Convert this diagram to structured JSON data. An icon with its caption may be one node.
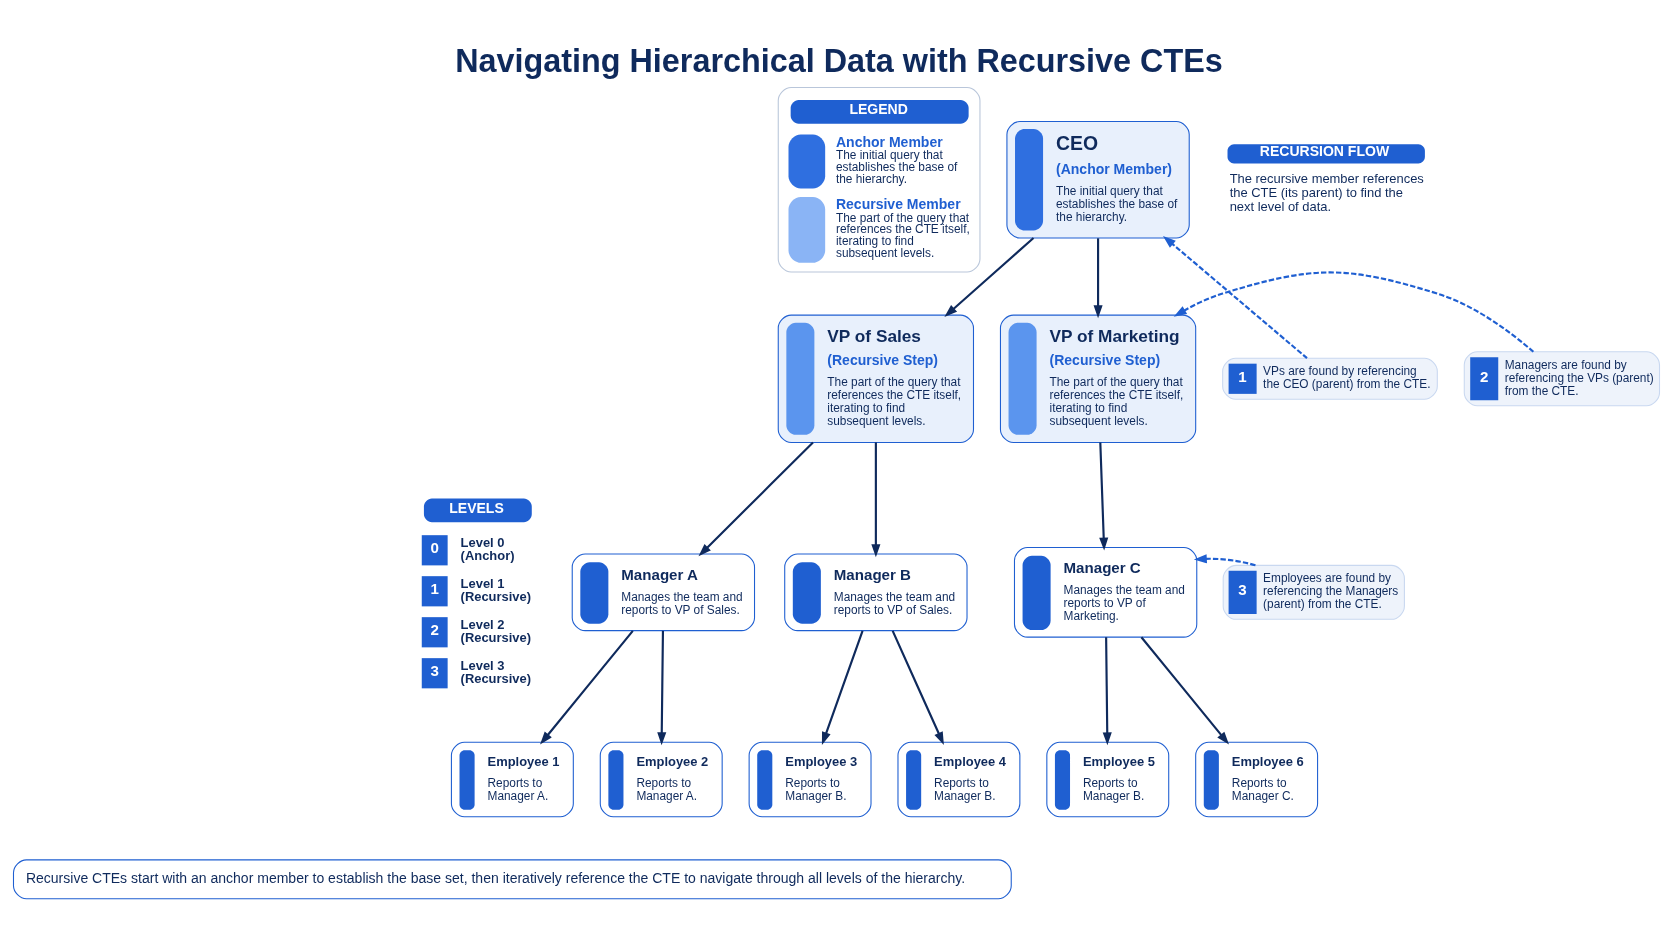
{
  "diagram": {
    "title": "Navigating Hierarchical Data with Recursive CTEs",
    "caption": "Recursive CTEs start with an anchor member to establish the base set, then iteratively reference the CTE to navigate through all levels of the hierarchy.",
    "nodes": [
      {
        "text": [
          "CEO",
          "(Anchor Member)",
          "The initial query that establishes the base of the hierarchy."
        ]
      },
      {
        "text": [
          "VP of Sales",
          "(Recursive Step)",
          "The part of the query that references the CTE itself, iterating to find subsequent levels."
        ]
      },
      {
        "text": [
          "VP of Marketing",
          "(Recursive Step)",
          "The part of the query that references the CTE itself, iterating to find subsequent levels."
        ]
      },
      {
        "text": [
          "Manager A",
          "Manages the team and reports to VP of Sales."
        ]
      },
      {
        "text": [
          "Manager B",
          "Manages the team and reports to VP of Sales."
        ]
      },
      {
        "text": [
          "Manager C",
          "Manages the team and reports to VP of Marketing."
        ]
      },
      {
        "text": [
          "Employee 1",
          "Reports to Manager A."
        ]
      },
      {
        "text": [
          "Employee 2",
          "Reports to Manager A."
        ]
      },
      {
        "text": [
          "Employee 3",
          "Reports to Manager B."
        ]
      },
      {
        "text": [
          "Employee 4",
          "Reports to Manager B."
        ]
      },
      {
        "text": [
          "Employee 5",
          "Reports to Manager B."
        ]
      },
      {
        "text": [
          "Employee 6",
          "Reports to Manager C."
        ]
      },
      {
        "text": [
          "1",
          "VPs are found by referencing the CEO (parent) from the CTE."
        ]
      },
      {
        "text": [
          "2",
          "Managers are found by referencing the VPs (parent) from the CTE."
        ]
      },
      {
        "text": [
          "3",
          "Employees are found by referencing the Managers (parent) from the CTE."
        ]
      }
    ],
    "edges": [
      {
        "from": 0,
        "to": 1,
        "arrow": "to"
      },
      {
        "from": 0,
        "to": 2,
        "arrow": "to"
      },
      {
        "from": 1,
        "to": 3,
        "arrow": "to"
      },
      {
        "from": 1,
        "to": 4,
        "arrow": "to"
      },
      {
        "from": 2,
        "to": 5,
        "arrow": "to"
      },
      {
        "from": 3,
        "to": 6,
        "arrow": "to"
      },
      {
        "from": 3,
        "to": 7,
        "arrow": "to"
      },
      {
        "from": 4,
        "to": 8,
        "arrow": "to"
      },
      {
        "from": 4,
        "to": 9,
        "arrow": "to"
      },
      {
        "from": 5,
        "to": 10,
        "arrow": "to"
      },
      {
        "from": 5,
        "to": 11,
        "arrow": "to"
      },
      {
        "from": 12,
        "to": 0,
        "arrow": "to",
        "style": "dashed",
        "color": "#1f5fd1"
      },
      {
        "from": 13,
        "to": 2,
        "arrow": "to",
        "style": "dashed",
        "color": "#1f5fd1"
      },
      {
        "from": 14,
        "to": 5,
        "arrow": "to",
        "style": "dashed",
        "color": "#1f5fd1"
      }
    ],
    "labels": [
      "LEGEND",
      "The initial query that establishes the base of the hierarchy.",
      "The part of the query that references the CTE itself, iterating to find subsequent levels.",
      "RECURSION FLOW",
      "The recursive member references the CTE (its parent) to find the next level of data.",
      "LEVELS",
      "0",
      "Level 0 (Anchor)",
      "1",
      "Level 1 (Recursive)",
      "2",
      "Level 2 (Recursive)",
      "3",
      "Level 3 (Recursive)"
    ],
    "legend": [
      {
        "text": "Anchor Member"
      },
      {
        "text": "Recursive Member"
      }
    ]
  }
}
